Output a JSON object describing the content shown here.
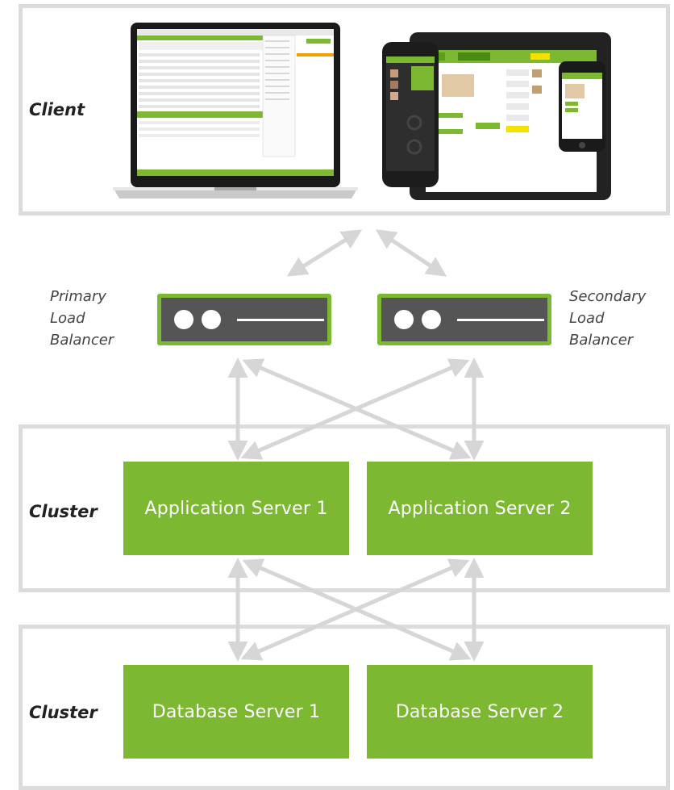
{
  "panels": {
    "client_label": "Client",
    "app_cluster_label": "Cluster",
    "db_cluster_label": "Cluster"
  },
  "load_balancers": {
    "primary": [
      "Primary",
      "Load",
      "Balancer"
    ],
    "secondary": [
      "Secondary",
      "Load",
      "Balancer"
    ]
  },
  "servers": {
    "app1": "Application Server 1",
    "app2": "Application Server 2",
    "db1": "Database Server 1",
    "db2": "Database Server 2"
  },
  "colors": {
    "accent_green": "#7cb832",
    "lb_body": "#555555",
    "panel_border": "#dcdcdc",
    "arrow": "#d6d6d6"
  },
  "icons": [
    "laptop-device",
    "phone-device",
    "tablet-device",
    "small-phone-device",
    "load-balancer-icon"
  ]
}
